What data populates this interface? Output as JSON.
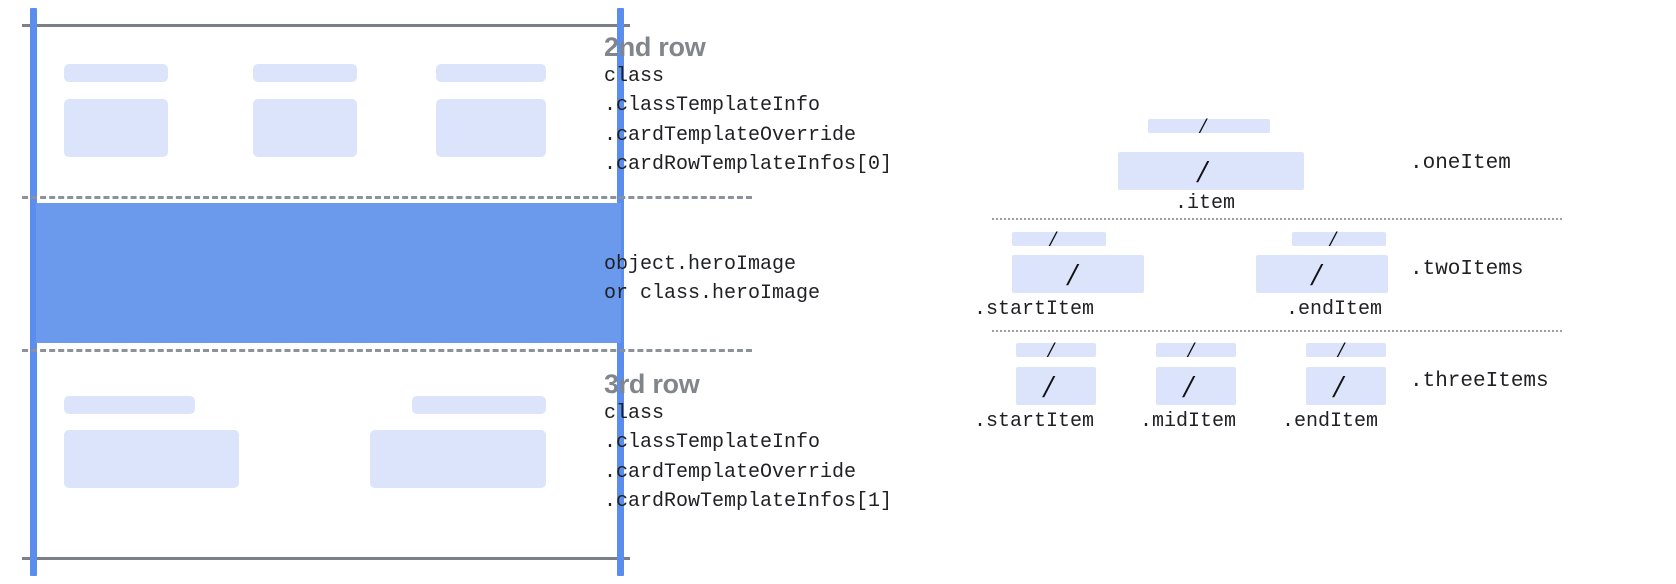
{
  "diagram": {
    "title": "Card template row structure diagram",
    "colors": {
      "hero_fill": "#6b9aed",
      "placeholder_fill": "#dbe4fb",
      "rail": "#5b8def",
      "edge_line": "#7b7f88",
      "divider": "#8d9199",
      "heading_text": "#80868b",
      "code_text": "#202124"
    }
  },
  "rows": [
    {
      "heading": "2nd row",
      "code_lines": [
        "class",
        ".classTemplateInfo",
        ".cardTemplateOverride",
        ".cardRowTemplateInfos[0]"
      ]
    },
    {
      "heading": "",
      "code_lines": [
        "object.heroImage",
        "or class.heroImage"
      ]
    },
    {
      "heading": "3rd row",
      "code_lines": [
        "class",
        ".classTemplateInfo",
        ".cardTemplateOverride",
        ".cardRowTemplateInfos[1]"
      ]
    }
  ],
  "item_layouts": [
    {
      "name": ".oneItem",
      "cells": [
        {
          "caption": ".item",
          "glyph": "/"
        }
      ]
    },
    {
      "name": ".twoItems",
      "cells": [
        {
          "caption": ".startItem",
          "glyph": "/"
        },
        {
          "caption": ".endItem",
          "glyph": "/"
        }
      ]
    },
    {
      "name": ".threeItems",
      "cells": [
        {
          "caption": ".startItem",
          "glyph": "/"
        },
        {
          "caption": ".midItem",
          "glyph": "/"
        },
        {
          "caption": ".endItem",
          "glyph": "/"
        }
      ]
    }
  ]
}
